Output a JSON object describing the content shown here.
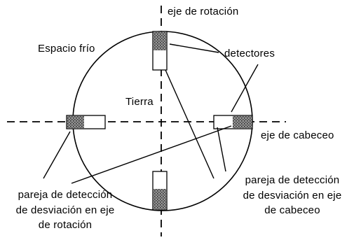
{
  "labels": {
    "rotation_axis": "eje de rotación",
    "cold_space": "Espacio frío",
    "detectors": "detectores",
    "earth": "Tierra",
    "pitch_axis": "eje de cabeceo",
    "pair_pitch": [
      "pareja de detección",
      "de desviación en eje",
      "de cabeceo"
    ],
    "pair_rotation": [
      "pareja de detección",
      "de desviación en eje",
      "de rotación"
    ]
  },
  "colors": {
    "ink": "#000000",
    "sensor_fill": "#555555",
    "background": "#ffffff"
  }
}
